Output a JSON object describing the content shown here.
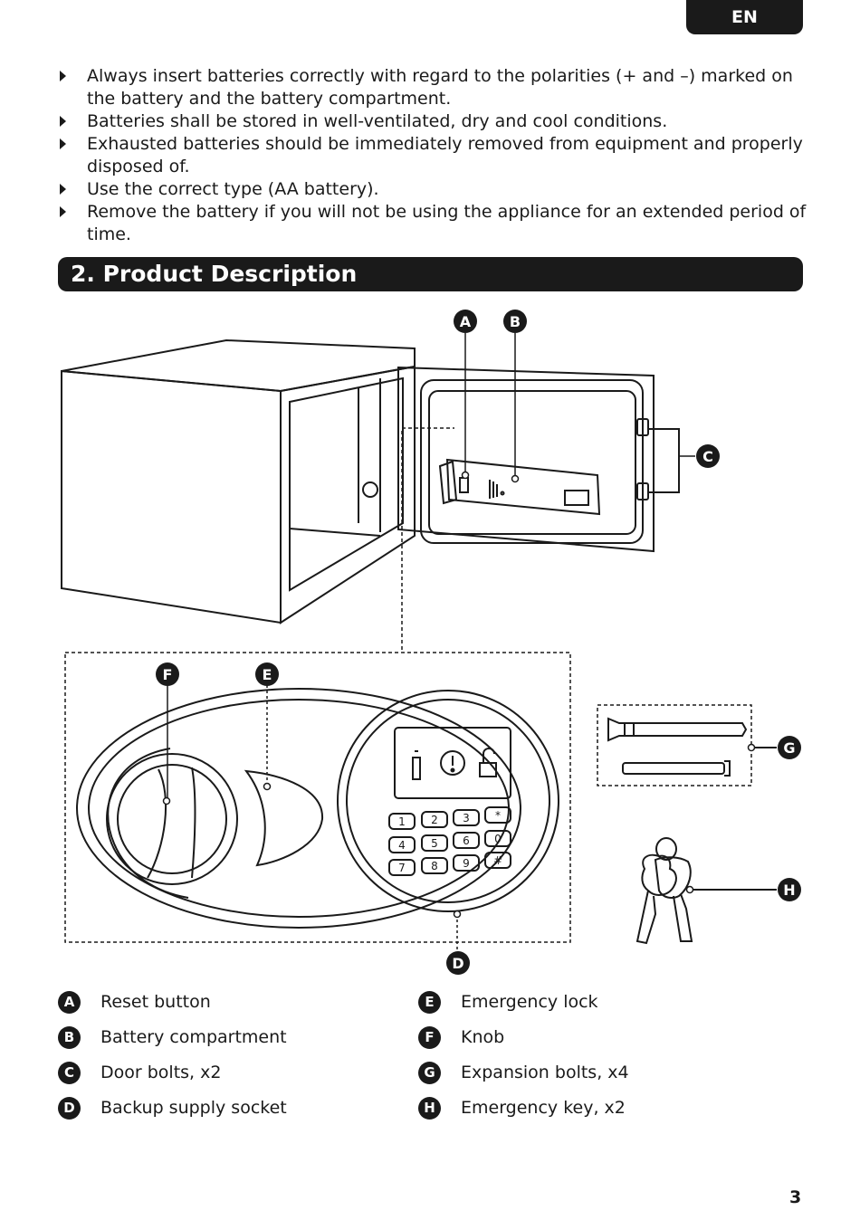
{
  "header": {
    "language": "EN"
  },
  "bullets": [
    "Always insert batteries correctly with regard to the polarities (+ and –) marked on the battery and the battery compartment.",
    "Batteries shall be stored in well-ventilated, dry and cool conditions.",
    "Exhausted batteries should be immediately removed from equipment and properly disposed of.",
    "Use the correct type (AA battery).",
    "Remove the battery if you will not be using the appliance for an extended period of time."
  ],
  "section": {
    "title": "2. Product Description"
  },
  "diagram": {
    "callouts": [
      "A",
      "B",
      "C",
      "D",
      "E",
      "F",
      "G",
      "H"
    ],
    "keypad": [
      "1",
      "2",
      "3",
      "*",
      "4",
      "5",
      "6",
      "0",
      "7",
      "8",
      "9",
      "#"
    ]
  },
  "legend": [
    {
      "letter": "A",
      "label": "Reset button"
    },
    {
      "letter": "B",
      "label": "Battery compartment"
    },
    {
      "letter": "C",
      "label": "Door bolts, x2"
    },
    {
      "letter": "D",
      "label": "Backup supply socket"
    },
    {
      "letter": "E",
      "label": "Emergency lock"
    },
    {
      "letter": "F",
      "label": "Knob"
    },
    {
      "letter": "G",
      "label": "Expansion bolts, x4"
    },
    {
      "letter": "H",
      "label": "Emergency key, x2"
    }
  ],
  "footer": {
    "page_number": "3"
  }
}
